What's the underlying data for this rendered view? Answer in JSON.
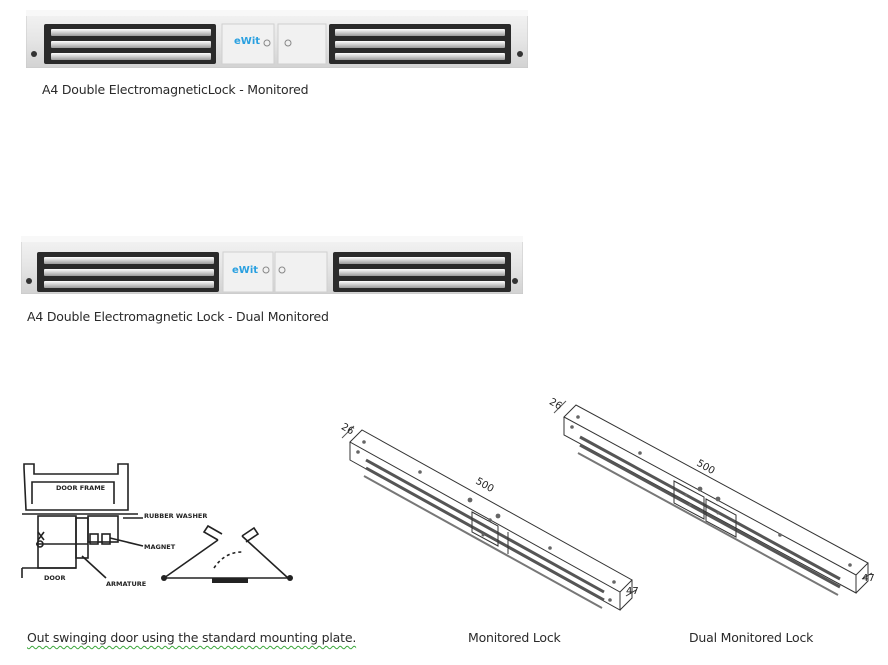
{
  "products": [
    {
      "brand": "eWit",
      "caption": "A4 Double ElectromagneticLock - Monitored"
    },
    {
      "brand": "eWit",
      "caption": "A4 Double Electromagnetic Lock - Dual Monitored"
    }
  ],
  "installation": {
    "labels": {
      "door_frame": "DOOR FRAME",
      "rubber_washer": "RUBBER WASHER",
      "magnet": "MAGNET",
      "door": "DOOR",
      "armature": "ARMATURE"
    },
    "caption": "Out swinging door using the standard mounting plate."
  },
  "drawings": [
    {
      "width": "26",
      "length": "500",
      "height": "47",
      "caption": "Monitored Lock"
    },
    {
      "width": "26",
      "length": "500",
      "height": "47",
      "caption": "Dual Monitored Lock"
    }
  ],
  "colors": {
    "brand_blue": "#2aa0e0",
    "caption_text": "#2a2a2a",
    "magnet_dark": "#222222"
  }
}
